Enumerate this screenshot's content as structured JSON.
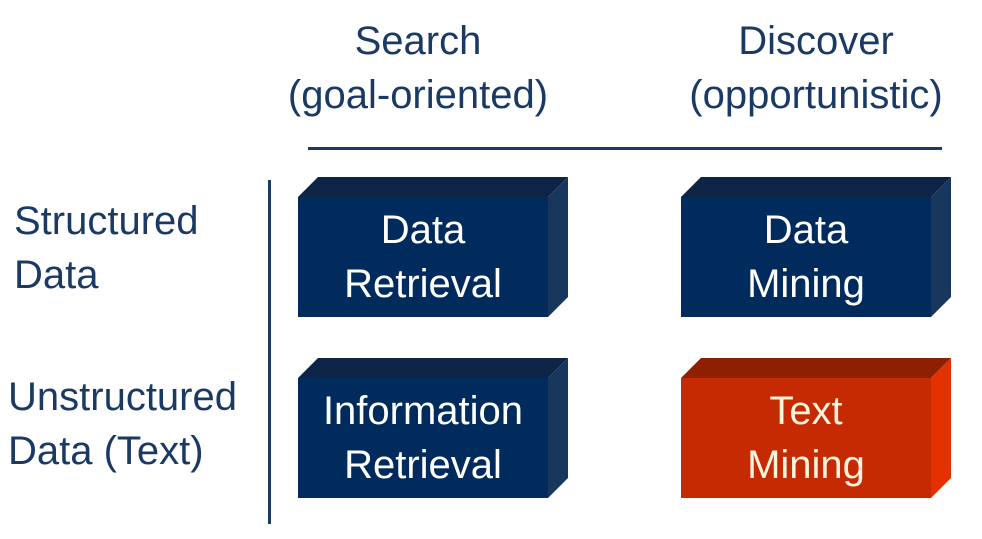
{
  "columns": {
    "search": {
      "line1": "Search",
      "line2": "(goal-oriented)"
    },
    "discover": {
      "line1": "Discover",
      "line2": "(opportunistic)"
    }
  },
  "rows": {
    "structured": {
      "line1": "Structured",
      "line2": "Data"
    },
    "unstructured": {
      "line1": "Unstructured",
      "line2": "Data (Text)"
    }
  },
  "cells": {
    "data_retrieval": {
      "line1": "Data",
      "line2": "Retrieval"
    },
    "data_mining": {
      "line1": "Data",
      "line2": "Mining"
    },
    "information_retrieval": {
      "line1": "Information",
      "line2": "Retrieval"
    },
    "text_mining": {
      "line1": "Text",
      "line2": "Mining"
    }
  },
  "colors": {
    "navy": "#1a3a64",
    "box_blue_front": "#002b5c",
    "box_blue_top": "#0d2446",
    "box_blue_side": "#17375f",
    "box_red_front": "#c52a02",
    "box_red_top": "#8e1f00",
    "box_red_side": "#e33200"
  }
}
